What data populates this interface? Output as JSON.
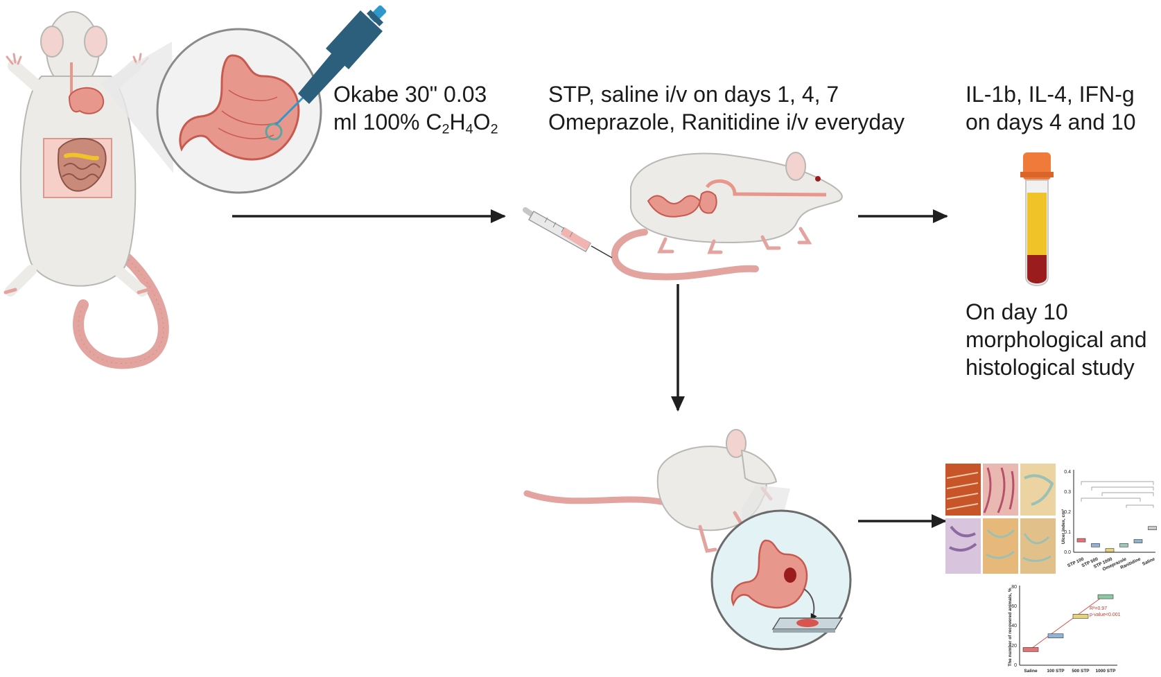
{
  "labels": {
    "okabe_line1": "Okabe 30\" 0.03",
    "okabe_line2_pre": "ml 100%  C",
    "okabe_sub1": "2",
    "okabe_mid1": "H",
    "okabe_sub2": "4",
    "okabe_mid2": "O",
    "okabe_sub3": "2",
    "treat_line1": "STP, saline i/v on days 1, 4, 7",
    "treat_line2": "Omeprazole, Ranitidine i/v everyday",
    "cyto_line1": "IL-1b, IL-4, IFN-g",
    "cyto_line2": "on days 4 and 10",
    "study_text": "On day 10 morphological and histological study"
  },
  "colors": {
    "arrow": "#1f1f1f",
    "rat_body": "#ecebe8",
    "rat_outline": "#b9b7b3",
    "tail": "#e3a49f",
    "stomach": "#e8978c",
    "stomach_dark": "#c7594f",
    "pipette": "#2b5f7c",
    "pipette_tip": "#2f97c9",
    "tube_cap": "#f07a3a",
    "serum": "#f0c428",
    "blood": "#9b1c1c",
    "circle_bg": "#e3f2f5"
  },
  "icons": [
    "rat-dissected-icon",
    "stomach-icon",
    "pipette-icon",
    "rat-icon",
    "syringe-icon",
    "blood-tube-icon",
    "rat-sitting-icon",
    "microscope-slide-icon"
  ],
  "chart_ulcer": {
    "type": "box",
    "ylabel": "Ulcer index, cm²",
    "yticks": [
      "0.0",
      "0.1",
      "0.2",
      "0.3",
      "0.4"
    ],
    "categories": [
      "STP 100",
      "STP 500",
      "STP 1000",
      "Omeprazole",
      "Ranitidine",
      "Saline"
    ]
  },
  "chart_recovery": {
    "type": "box",
    "ylabel": "The number of recovered animals, %",
    "yticks": [
      "0",
      "20",
      "40",
      "60",
      "80"
    ],
    "categories": [
      "Saline",
      "100 STP",
      "500 STP",
      "1000 STP"
    ],
    "annotations": [
      "R²=0.97",
      "p-value<0.001"
    ]
  },
  "chart_data": [
    {
      "type": "box",
      "ylabel": "Ulcer index, cm²",
      "ylim": [
        0,
        0.4
      ],
      "categories": [
        "STP 100",
        "STP 500",
        "STP 1000",
        "Omeprazole",
        "Ranitidine",
        "Saline"
      ],
      "values": [
        0.06,
        0.035,
        0.01,
        0.035,
        0.055,
        0.12
      ]
    },
    {
      "type": "box",
      "ylabel": "The number of recovered animals, %",
      "ylim": [
        0,
        80
      ],
      "categories": [
        "Saline",
        "100 STP",
        "500 STP",
        "1000 STP"
      ],
      "values": [
        16,
        30,
        50,
        70
      ],
      "annotations": [
        "R²=0.97",
        "p-value<0.001"
      ]
    }
  ]
}
